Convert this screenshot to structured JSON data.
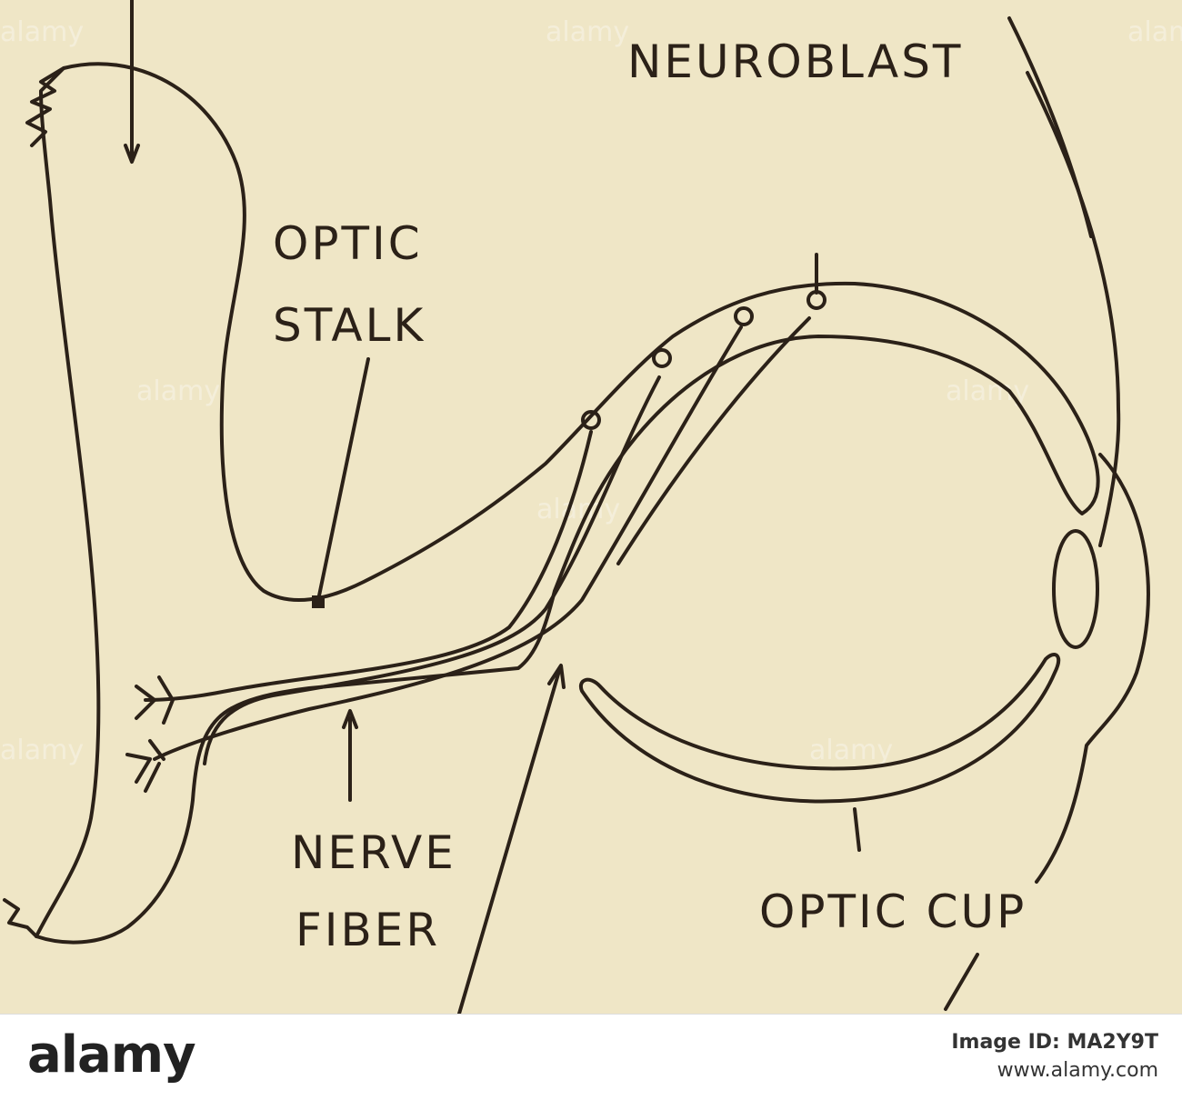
{
  "labels": {
    "neuroblast": "NEUROBLAST",
    "optic_stalk_1": "OPTIC",
    "optic_stalk_2": "STALK",
    "nerve_fiber_1": "NERVE",
    "nerve_fiber_2": "FIBER",
    "optic_cup": "OPTIC CUP"
  },
  "watermark": "alamy",
  "footer": {
    "brand": "alamy",
    "image_id": "Image ID: MA2Y9T",
    "site": "www.alamy.com"
  }
}
